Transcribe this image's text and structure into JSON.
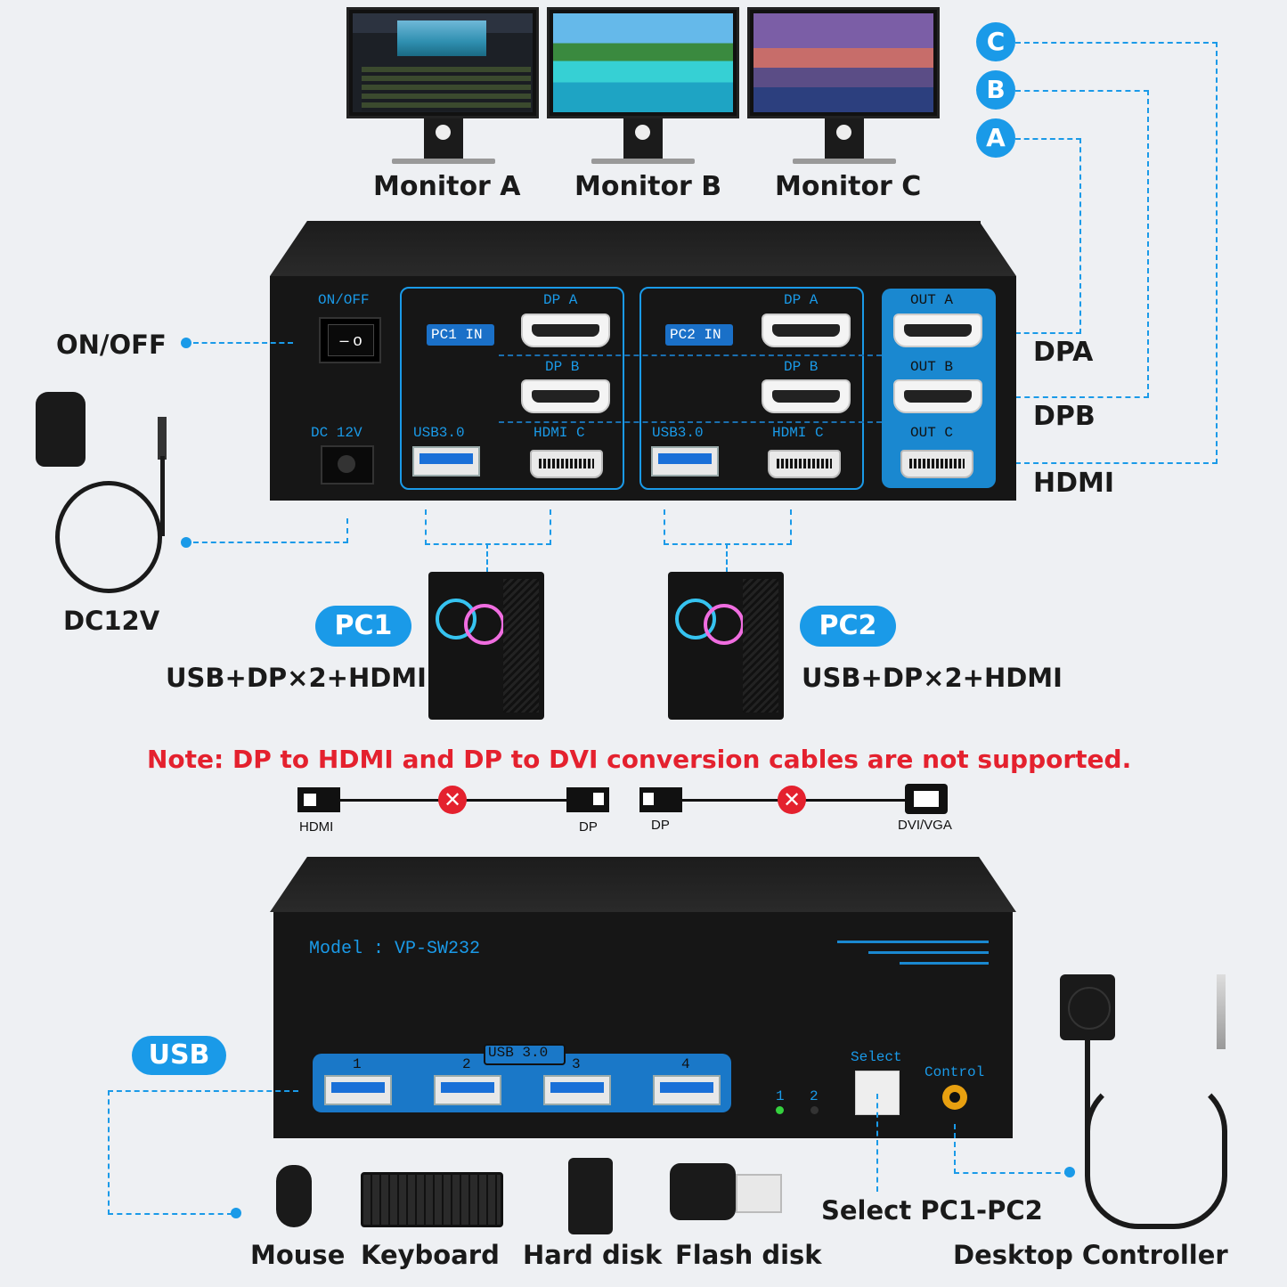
{
  "monitors": [
    {
      "label": "Monitor A"
    },
    {
      "label": "Monitor B"
    },
    {
      "label": "Monitor C"
    }
  ],
  "output_markers": [
    "C",
    "B",
    "A"
  ],
  "outputs": {
    "dpa": "DPA",
    "dpb": "DPB",
    "hdmi": "HDMI"
  },
  "labels": {
    "on_off": "ON/OFF",
    "dc12v": "DC12V",
    "pc1": "PC1",
    "pc2": "PC2",
    "pc1_ports": "USB+DP×2+HDMI",
    "pc2_ports": "USB+DP×2+HDMI",
    "usb": "USB",
    "select": "Select PC1-PC2",
    "desktop_controller": "Desktop Controller"
  },
  "back_panel": {
    "on_off": "ON/OFF",
    "dc_12v": "DC 12V",
    "pc1_in": "PC1 IN",
    "pc2_in": "PC2 IN",
    "dp_a": "DP A",
    "dp_b": "DP B",
    "hdmi_c": "HDMI C",
    "usb30": "USB3.0",
    "out_a": "OUT A",
    "out_b": "OUT B",
    "out_c": "OUT C"
  },
  "note": "Note: DP to HDMI and DP to DVI conversion cables are not supported.",
  "cables": {
    "hdmi": "HDMI",
    "dp1": "DP",
    "dp2": "DP",
    "dvi_vga": "DVI/VGA"
  },
  "front_panel": {
    "model": "Model : VP-SW232",
    "usb30": "USB 3.0",
    "port_numbers": [
      "1",
      "2",
      "3",
      "4"
    ],
    "led1": "1",
    "led2": "2",
    "select": "Select",
    "control": "Control"
  },
  "peripherals": [
    {
      "label": "Mouse"
    },
    {
      "label": "Keyboard"
    },
    {
      "label": "Hard disk"
    },
    {
      "label": "Flash disk"
    }
  ],
  "colors": {
    "accent": "#1a9ae8",
    "note": "#e4212e",
    "device": "#161616"
  }
}
